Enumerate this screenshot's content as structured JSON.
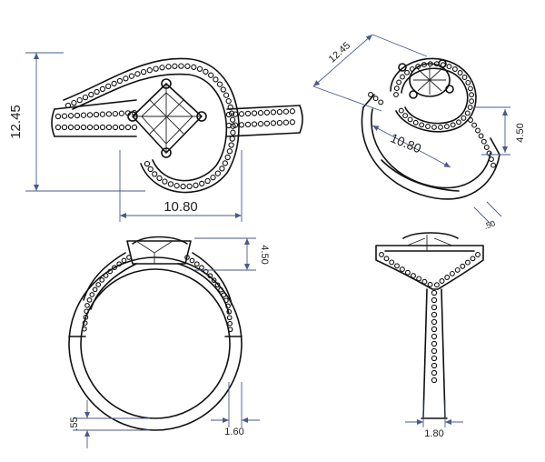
{
  "views": {
    "top": {
      "dims": {
        "height": "12.45",
        "width": "10.80"
      }
    },
    "perspective": {
      "dims": {
        "length": "12.45",
        "width": "10.80",
        "height": "4.50",
        "band": ".50"
      }
    },
    "front": {
      "dims": {
        "head_height": "4.50",
        "band_thickness": ".55",
        "band_width": "1.60"
      }
    },
    "side": {
      "dims": {
        "band_width": "1.80"
      }
    }
  }
}
